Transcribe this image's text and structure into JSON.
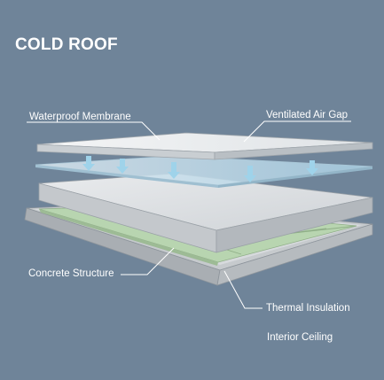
{
  "title": "COLD ROOF",
  "labels": {
    "waterproof_membrane": "Waterproof Membrane",
    "ventilated_air_gap": "Ventilated Air Gap",
    "concrete_structure": "Concrete Structure",
    "thermal_insulation": "Thermal Insulation",
    "interior_ceiling": "Interior Ceiling"
  },
  "colors": {
    "background": "#6f8499",
    "label_text": "#ffffff",
    "membrane": "#e8ebee",
    "air_gap": "#bcd9e8",
    "air_arrow": "#9fd3ea",
    "concrete": "#dcdfe2",
    "insulation": "#b8d5b0",
    "ceiling_frame": "#c9cdd1"
  },
  "icons": [
    "down-arrow-icon"
  ]
}
